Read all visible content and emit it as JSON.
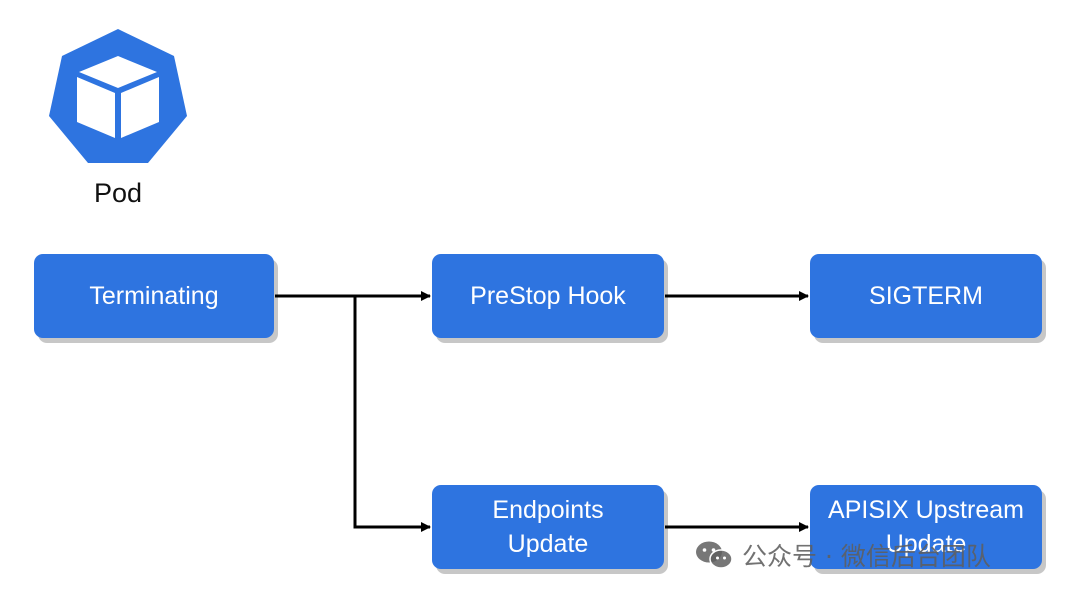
{
  "pod": {
    "label": "Pod",
    "icon": "pod-cube-icon",
    "icon_color": "#2e74e0"
  },
  "nodes": {
    "terminating": "Terminating",
    "prestop_hook": "PreStop Hook",
    "sigterm": "SIGTERM",
    "endpoints_update_line1": "Endpoints",
    "endpoints_update_line2": "Update",
    "apisix_upstream_line1": "APISIX Upstream",
    "apisix_upstream_line2": "Update"
  },
  "colors": {
    "box_fill": "#2e74e0",
    "box_text": "#ffffff",
    "arrow": "#000000"
  },
  "watermark": {
    "icon": "wechat-icon",
    "text": "公众号 · 微信后台团队"
  }
}
